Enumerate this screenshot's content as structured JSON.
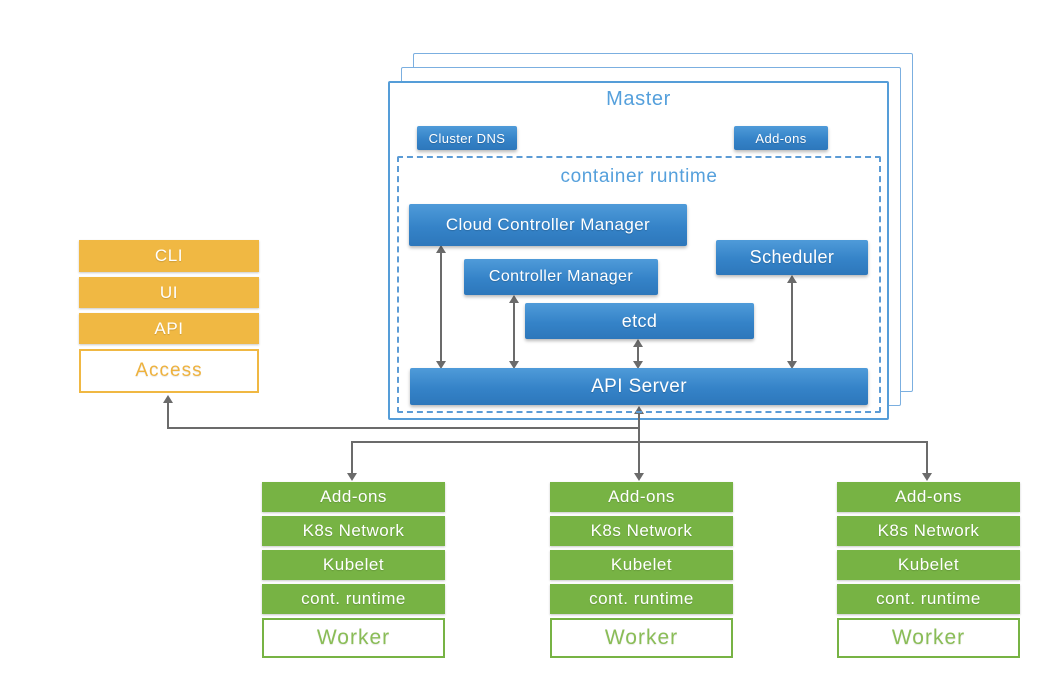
{
  "master": {
    "title": "Master",
    "cluster_dns": "Cluster DNS",
    "add_ons": "Add-ons",
    "container_runtime": "container runtime",
    "cloud_controller_manager": "Cloud Controller Manager",
    "controller_manager": "Controller Manager",
    "scheduler": "Scheduler",
    "etcd": "etcd",
    "api_server": "API Server"
  },
  "access": {
    "items": [
      "CLI",
      "UI",
      "API"
    ],
    "label": "Access"
  },
  "workers": [
    {
      "rows": [
        "Add-ons",
        "K8s Network",
        "Kubelet",
        "cont. runtime"
      ],
      "label": "Worker"
    },
    {
      "rows": [
        "Add-ons",
        "K8s Network",
        "Kubelet",
        "cont. runtime"
      ],
      "label": "Worker"
    },
    {
      "rows": [
        "Add-ons",
        "K8s Network",
        "Kubelet",
        "cont. runtime"
      ],
      "label": "Worker"
    }
  ],
  "colors": {
    "blue_box": "#3583c8",
    "blue_outline": "#559dd8",
    "blue_title": "#55a0dc",
    "orange": "#f0b843",
    "green": "#77b344",
    "connector_gray": "#6b6b6b"
  }
}
